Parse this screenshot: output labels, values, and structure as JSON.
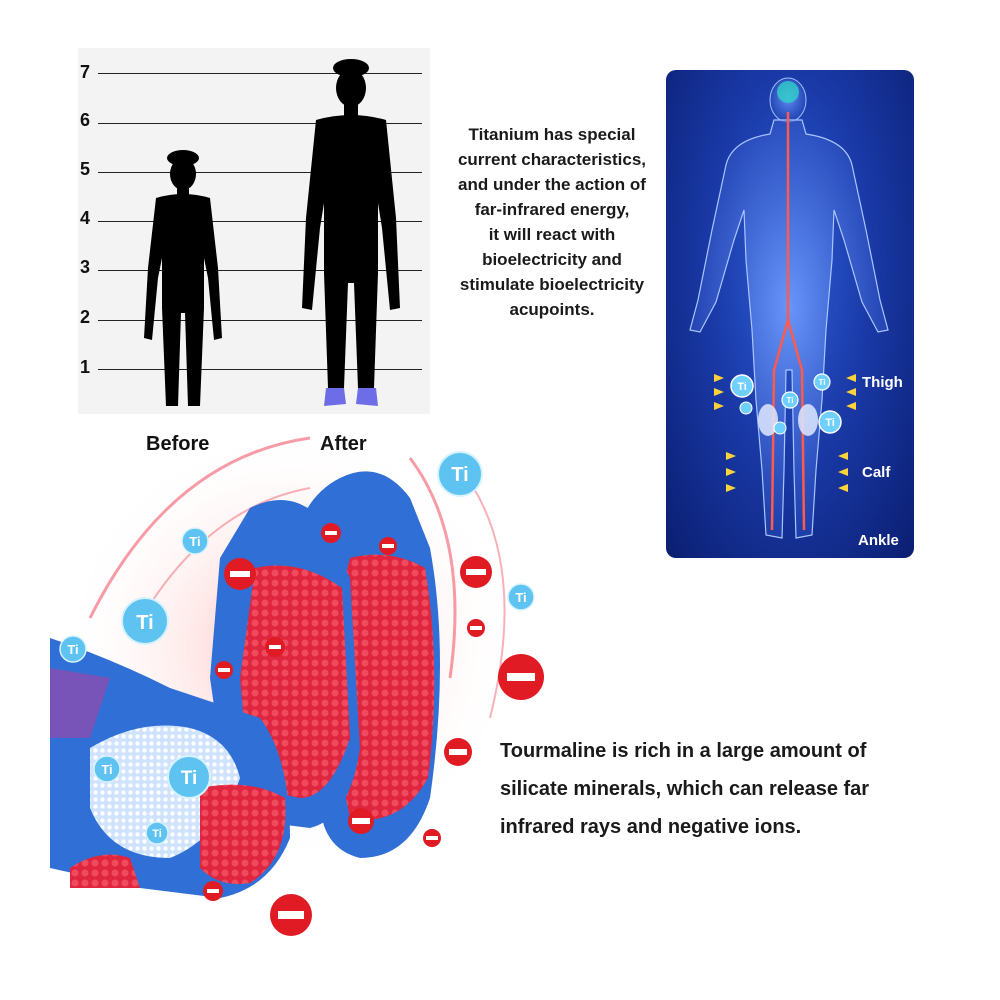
{
  "height_chart": {
    "scale": [
      "1",
      "2",
      "3",
      "4",
      "5",
      "6",
      "7"
    ],
    "labels": {
      "before": "Before",
      "after": "After"
    }
  },
  "titanium_text": [
    "Titanium has special",
    "current characteristics,",
    "and under the action of",
    "far-infrared energy,",
    "it will react with",
    "bioelectricity and",
    "stimulate bioelectricity",
    "acupoints."
  ],
  "body_panel": {
    "labels": {
      "thigh": "Thigh",
      "calf": "Calf",
      "ankle": "Ankle"
    },
    "ion_symbol": "Ti"
  },
  "socks_scene": {
    "ion_symbol": "Ti"
  },
  "tourmaline_text": [
    "Tourmaline is rich in a large amount of",
    "silicate minerals, which can release far",
    "infrared rays and negative ions."
  ],
  "colors": {
    "sock_blue": "#2f6fd6",
    "sock_red": "#e0263f",
    "ion_red": "#e01b24",
    "ti_bubble": "#5ec3f0",
    "panel_blue": "#1a3aa8"
  }
}
